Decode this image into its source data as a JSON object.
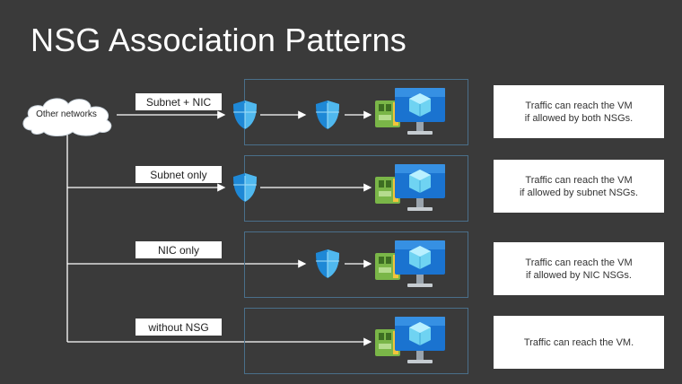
{
  "title": "NSG Association Patterns",
  "source": "Other networks",
  "rows": [
    {
      "label": "Subnet + NIC",
      "desc_line1": "Traffic can reach the VM",
      "desc_line2": "if allowed by both NSGs."
    },
    {
      "label": "Subnet only",
      "desc_line1": "Traffic can reach the VM",
      "desc_line2": "if allowed by subnet NSGs."
    },
    {
      "label": "NIC only",
      "desc_line1": "Traffic can reach the VM",
      "desc_line2": "if allowed by NIC NSGs."
    },
    {
      "label": "without NSG",
      "desc_line1": "Traffic can reach the VM.",
      "desc_line2": ""
    }
  ],
  "colors": {
    "background": "#3a3a3a",
    "shield": "#1e88d6",
    "shield_light": "#5cc4f0",
    "nic": "#7ab648",
    "vm_screen": "#1a73d0",
    "vm_cube": "#6fd3f2"
  }
}
